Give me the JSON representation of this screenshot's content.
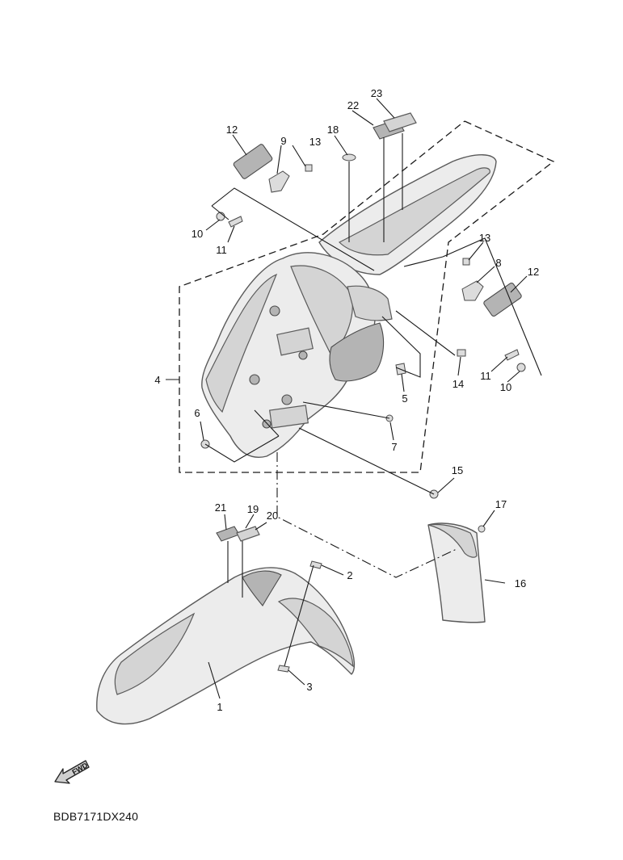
{
  "callouts": {
    "c1": "1",
    "c2": "2",
    "c3": "3",
    "c4": "4",
    "c5": "5",
    "c6": "6",
    "c7": "7",
    "c8": "8",
    "c9": "9",
    "c10a": "10",
    "c10b": "10",
    "c11a": "11",
    "c11b": "11",
    "c12a": "12",
    "c12b": "12",
    "c13a": "13",
    "c13b": "13",
    "c14": "14",
    "c15": "15",
    "c16": "16",
    "c17": "17",
    "c18": "18",
    "c19": "19",
    "c20": "20",
    "c21": "21",
    "c22": "22",
    "c23": "23"
  },
  "forward_arrow": {
    "label": "FWD"
  },
  "diagram_code": "BDB7171DX240"
}
